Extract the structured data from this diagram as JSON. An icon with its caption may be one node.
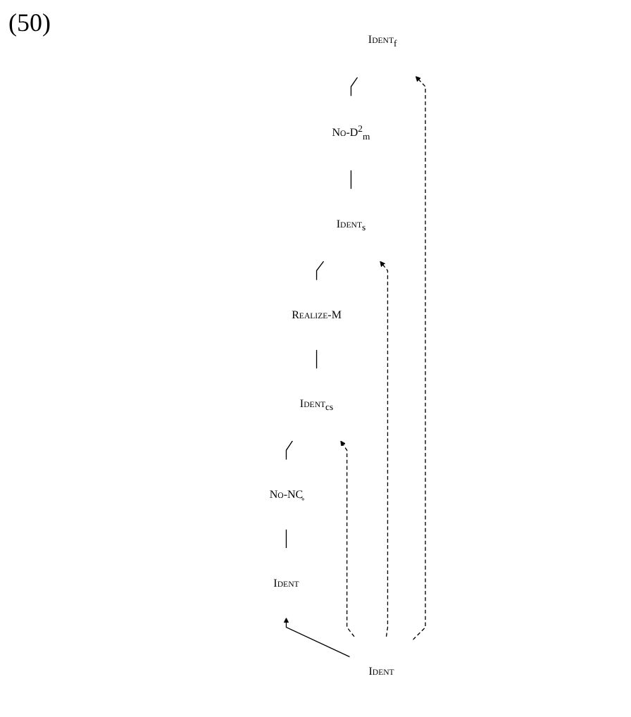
{
  "diagram": {
    "nodes": [
      {
        "text": [
          "Ident$_{f}$"
        ]
      },
      {
        "text": [
          "No-D$^{2}$$_{m}$"
        ]
      },
      {
        "text": [
          "Ident$_{s}$"
        ]
      },
      {
        "text": [
          "Realize-M"
        ]
      },
      {
        "text": [
          "Ident$_{cs}$"
        ]
      },
      {
        "text": [
          "No-NC̥"
        ]
      },
      {
        "text": [
          "Ident"
        ]
      },
      {
        "text": [
          "Ident"
        ]
      }
    ],
    "edges": [
      {
        "from": 6,
        "to": 5,
        "arrow": "none"
      },
      {
        "from": 5,
        "to": 4,
        "arrow": "none"
      },
      {
        "from": 4,
        "to": 3,
        "arrow": "none"
      },
      {
        "from": 3,
        "to": 2,
        "arrow": "none"
      },
      {
        "from": 2,
        "to": 1,
        "arrow": "none"
      },
      {
        "from": 1,
        "to": 0,
        "arrow": "none"
      },
      {
        "from": 7,
        "to": 6,
        "arrow": "to"
      },
      {
        "from": 7,
        "to": 4,
        "arrow": "to",
        "style": "dashed"
      },
      {
        "from": 7,
        "to": 2,
        "arrow": "to",
        "style": "dashed"
      },
      {
        "from": 7,
        "to": 0,
        "arrow": "to",
        "style": "dashed"
      }
    ],
    "labels": [
      "(50)"
    ]
  }
}
